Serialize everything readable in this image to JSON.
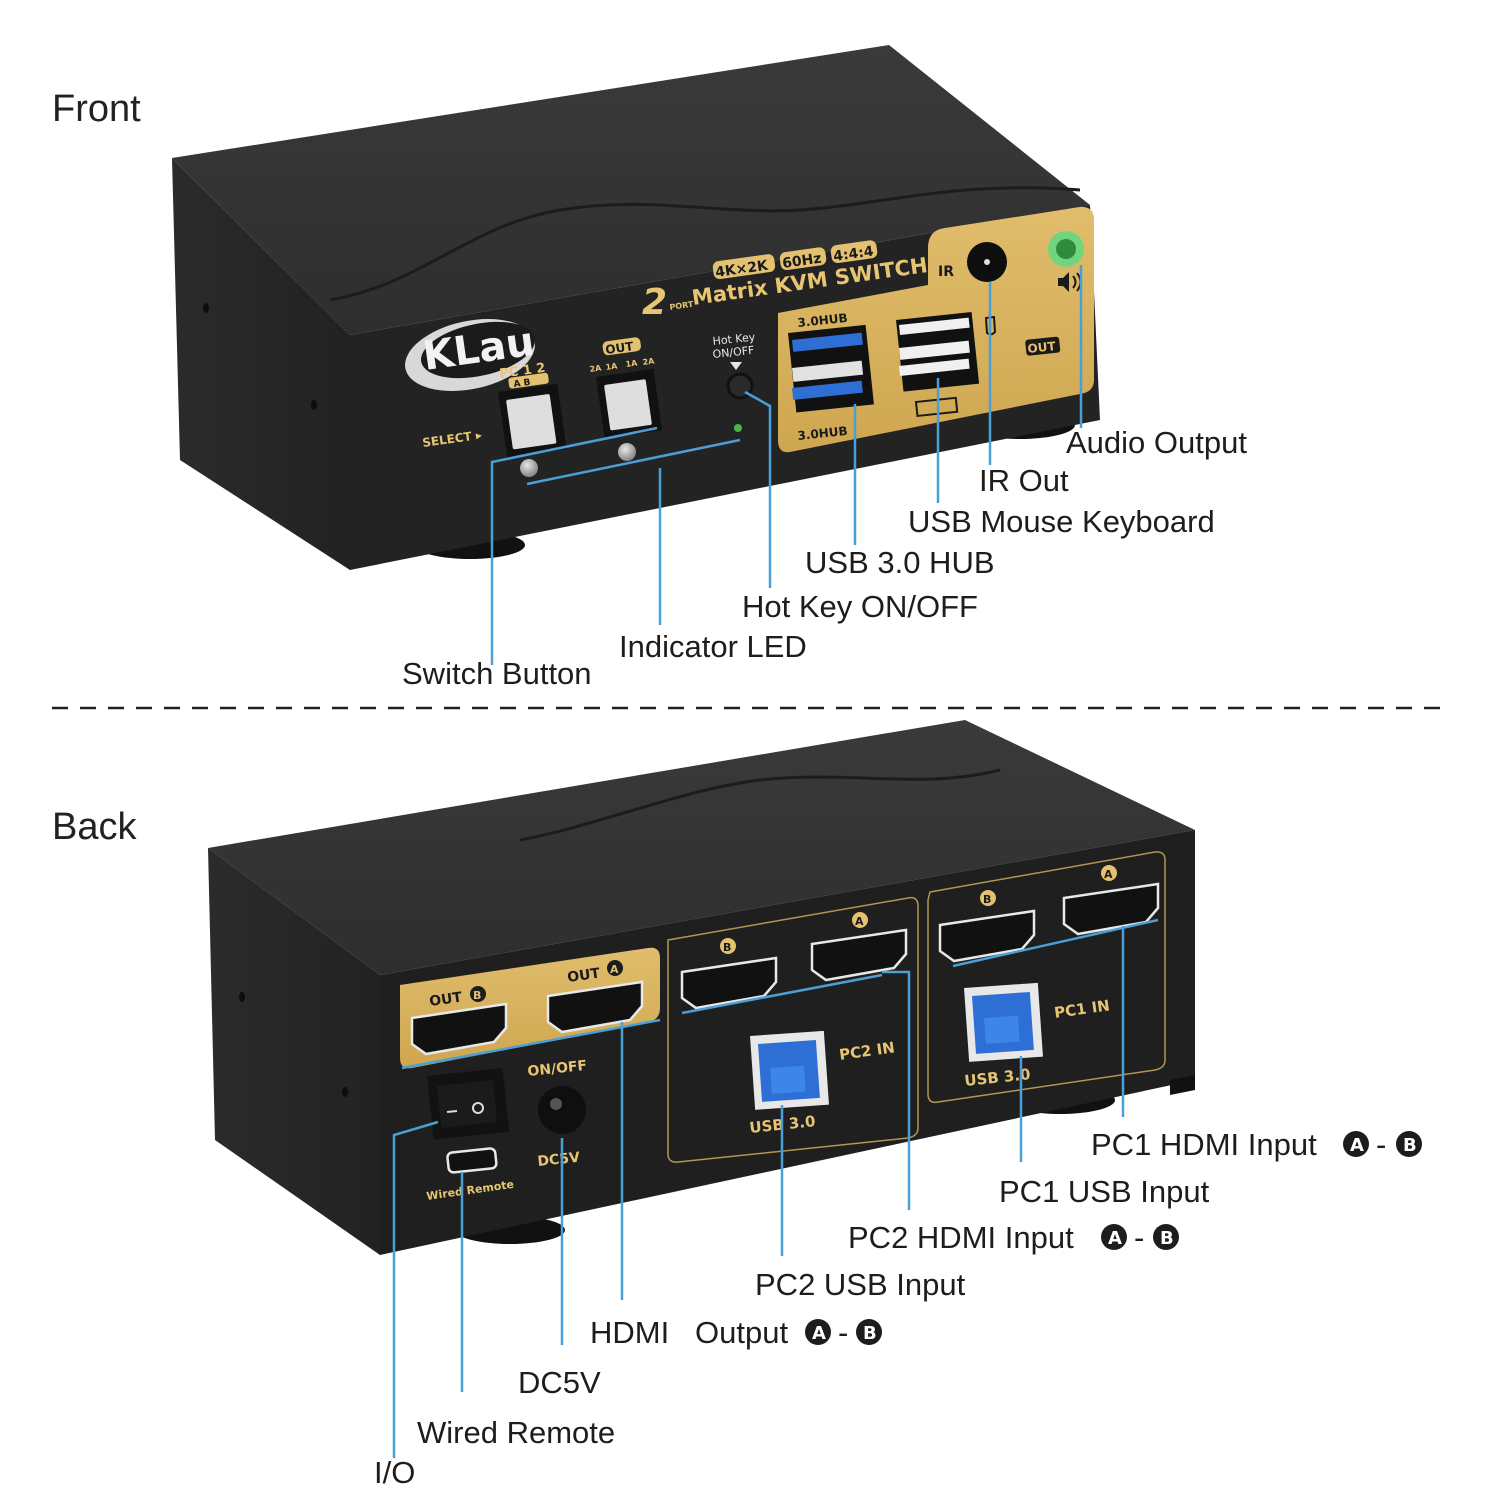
{
  "sections": {
    "front_title": "Front",
    "back_title": "Back"
  },
  "colors": {
    "callout_line": "#4a9fd6",
    "gold_panel": "#d9b25c",
    "chassis": "#262626",
    "usb3_blue": "#2d6fd4",
    "audio_green": "#6fd67f"
  },
  "front": {
    "brand_logo": "KLau",
    "model_line1_badges": [
      "4K×2K",
      "60Hz",
      "4:4:4"
    ],
    "model_digit": "2",
    "model_port": "PORT",
    "model_name": "Matrix KVM SWITCH",
    "pc_select_label": "PC",
    "pc_select_nums": [
      "1",
      "2"
    ],
    "pc_select_sub": "A  B",
    "out_label": "OUT",
    "out_sub": [
      "2A",
      "1A",
      "1A",
      "2A"
    ],
    "select_label": "SELECT ▸",
    "hotkey_label_1": "Hot Key",
    "hotkey_label_2": "ON/OFF",
    "hub_label_top": "3.0HUB",
    "hub_label_bottom": "3.0HUB",
    "ir_label": "IR",
    "audio_out_label": "OUT",
    "callouts": {
      "audio_output": "Audio Output",
      "ir_out": "IR Out",
      "usb_mouse_keyboard": "USB Mouse Keyboard",
      "usb_hub": "USB 3.0 HUB",
      "hotkey": "Hot Key ON/OFF",
      "indicator_led": "Indicator LED",
      "switch_button": "Switch Button"
    }
  },
  "back": {
    "out_b_label": "OUT",
    "out_b_letter": "B",
    "out_a_label": "OUT",
    "out_a_letter": "A",
    "onoff_label": "ON/OFF",
    "dc_label": "DC5V",
    "wired_remote_label": "Wired Remote",
    "pc2_in_label": "PC",
    "pc2_num": "2",
    "pc2_in_suffix": "IN",
    "pc1_in_label": "PC",
    "pc1_num": "1",
    "pc1_in_suffix": "IN",
    "usb30_label": "USB 3.0",
    "port_letter_a": "A",
    "port_letter_b": "B",
    "callouts": {
      "pc1_hdmi": "PC1 HDMI Input",
      "pc1_usb": "PC1 USB Input",
      "pc2_hdmi": "PC2 HDMI Input",
      "pc2_usb": "PC2 USB Input",
      "hdmi": "HDMI",
      "output": "Output",
      "dc5v": "DC5V",
      "wired_remote": "Wired Remote",
      "io": "I/O",
      "range_dash": "-",
      "letter_a": "A",
      "letter_b": "B"
    }
  }
}
